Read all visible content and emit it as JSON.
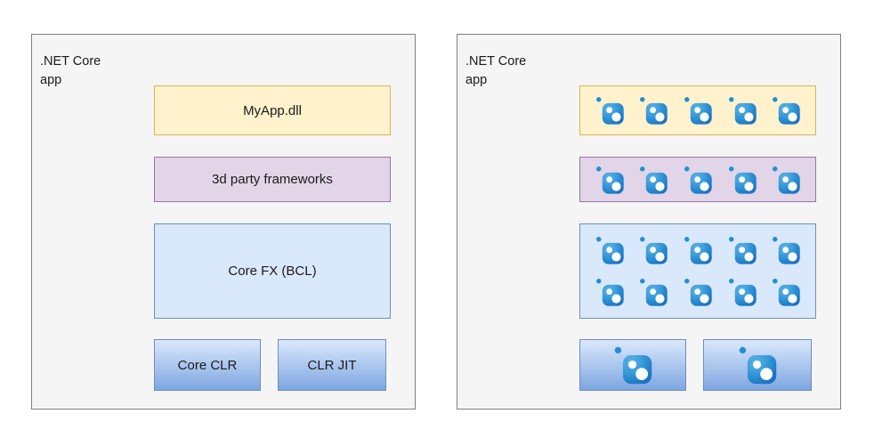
{
  "diagram": {
    "title_hidden": "",
    "panels": [
      {
        "id": "left",
        "label": ".NET Core\napp",
        "layers": [
          {
            "name": "app-assembly",
            "style": "yellow",
            "text": "MyApp.dll"
          },
          {
            "name": "third-party",
            "style": "purple",
            "text": "3d party frameworks"
          },
          {
            "name": "core-fx",
            "style": "blue",
            "text": "Core FX (BCL)"
          },
          {
            "name": "core-clr",
            "style": "grad",
            "text": "Core CLR"
          },
          {
            "name": "clr-jit",
            "style": "grad",
            "text": "CLR JIT"
          }
        ]
      },
      {
        "id": "right",
        "label": ".NET Core\napp",
        "layers": [
          {
            "name": "app-assembly",
            "style": "yellow",
            "text": "",
            "icons": 5,
            "icon_rows": 1,
            "icon_size": 34
          },
          {
            "name": "third-party",
            "style": "purple",
            "text": "",
            "icons": 5,
            "icon_rows": 1,
            "icon_size": 34
          },
          {
            "name": "core-fx",
            "style": "blue",
            "text": "",
            "icons": 10,
            "icon_rows": 2,
            "icon_size": 34
          },
          {
            "name": "core-clr",
            "style": "grad",
            "text": "",
            "icons": 1,
            "icon_rows": 1,
            "icon_size": 46
          },
          {
            "name": "clr-jit",
            "style": "grad",
            "text": "",
            "icons": 1,
            "icon_rows": 1,
            "icon_size": 46
          }
        ]
      }
    ],
    "icon_name": "nuget-package-icon",
    "colors": {
      "panel_bg": "#f5f5f5",
      "panel_border": "#808080",
      "yellow_fill": "#fff2cc",
      "yellow_border": "#d6b656",
      "purple_fill": "#e1d5e7",
      "purple_border": "#9673a6",
      "blue_fill": "#dae8fc",
      "blue_border": "#6c8ebf",
      "gradient_top": "#dae8fc",
      "gradient_bottom": "#7ea6e0",
      "nuget_blue_light": "#4dabe0",
      "nuget_blue_dark": "#1b6ec2",
      "nuget_dot": "#1f8fd4",
      "text": "#1a1a1a"
    }
  }
}
